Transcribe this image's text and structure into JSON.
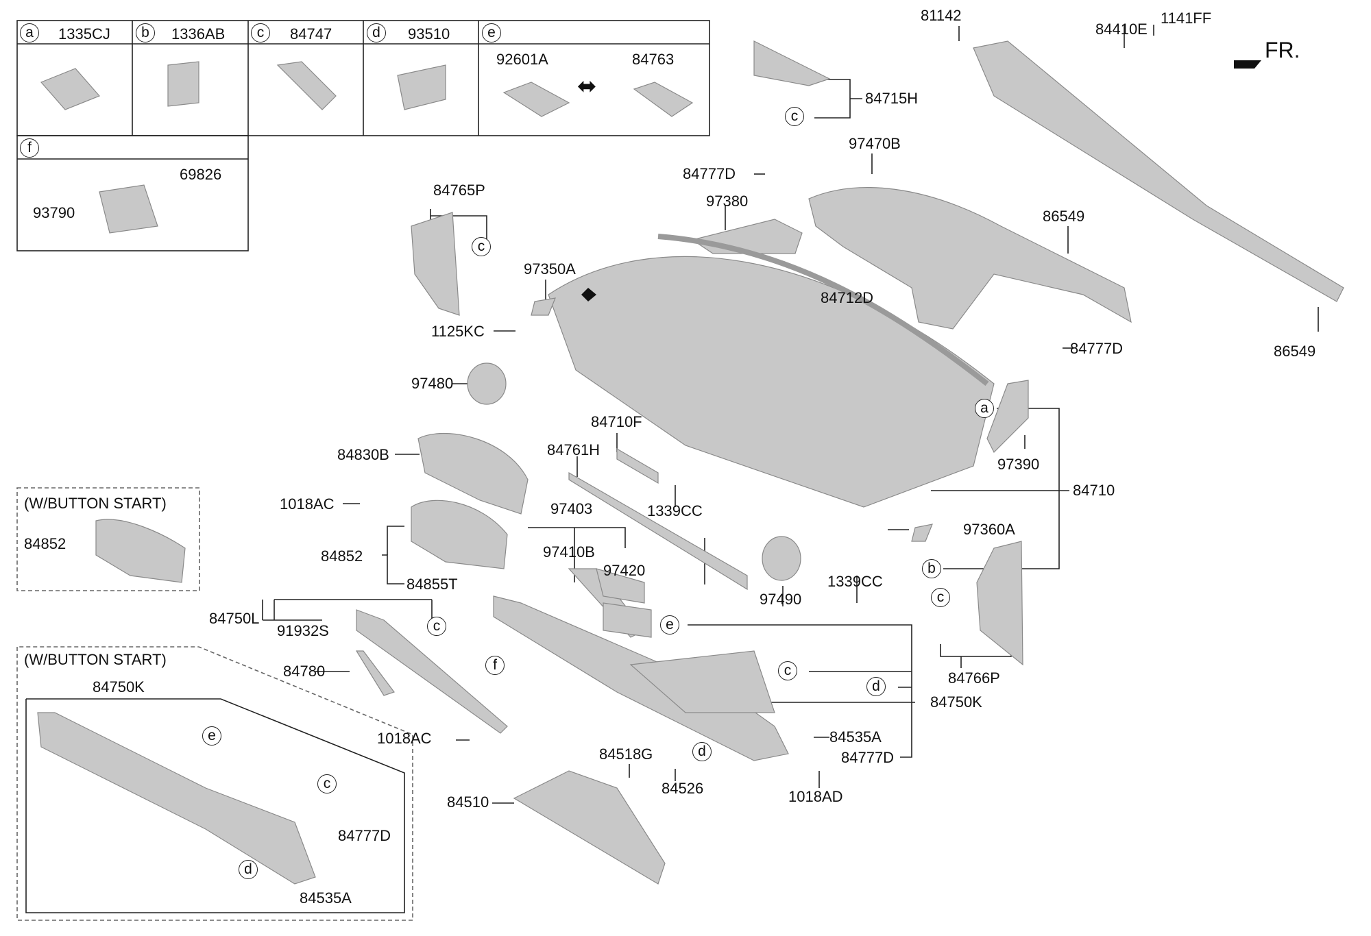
{
  "diagram": {
    "title": "Crash Pad / Instrument Panel Assembly",
    "direction_indicator": "FR."
  },
  "legend": {
    "row1": [
      {
        "key": "a",
        "part": "1335CJ"
      },
      {
        "key": "b",
        "part": "1336AB"
      },
      {
        "key": "c",
        "part": "84747"
      },
      {
        "key": "d",
        "part": "93510"
      },
      {
        "key": "e",
        "part": "",
        "sub_parts": [
          "92601A",
          "84763"
        ],
        "interchange_symbol": "⬌"
      }
    ],
    "row2": [
      {
        "key": "f",
        "sub_parts": [
          "93790",
          "69826"
        ]
      }
    ]
  },
  "variants": [
    {
      "note": "(W/BUTTON START)",
      "part": "84852"
    },
    {
      "note": "(W/BUTTON START)",
      "assembly": "84750K",
      "callouts": [
        "e",
        "c",
        "d"
      ],
      "parts": [
        "84777D",
        "84535A"
      ]
    }
  ],
  "labels": {
    "l81142": "81142",
    "l84410E": "84410E",
    "l1141FF": "1141FF",
    "l84715H": "84715H",
    "l97470B": "97470B",
    "l84777D_a": "84777D",
    "l97380": "97380",
    "l86549_a": "86549",
    "l86549_b": "86549",
    "l84765P": "84765P",
    "l97350A": "97350A",
    "l84712D": "84712D",
    "l1125KC": "1125KC",
    "l97480": "97480",
    "l84777D_b": "84777D",
    "l84710F": "84710F",
    "l84830B": "84830B",
    "l84761H": "84761H",
    "l97390": "97390",
    "l84710": "84710",
    "l1339CC_a": "1339CC",
    "l1018AC_a": "1018AC",
    "l97403": "97403",
    "l97410B": "97410B",
    "l97420": "97420",
    "l97360A": "97360A",
    "l84852": "84852",
    "l84855T": "84855T",
    "l1339CC_b": "1339CC",
    "l97490": "97490",
    "l84750L": "84750L",
    "l91932S": "91932S",
    "l84766P": "84766P",
    "l84780": "84780",
    "l84750K": "84750K",
    "l1018AC_b": "1018AC",
    "l84535A": "84535A",
    "l84518G": "84518G",
    "l84777D_c": "84777D",
    "l84526": "84526",
    "l1018AD": "1018AD",
    "l84510": "84510"
  },
  "callouts": {
    "c_84715H": "c",
    "c_84765P": "c",
    "a_84710": "a",
    "b_84710": "b",
    "c_84766P": "c",
    "c_84750L": "c",
    "e_84750K": "e",
    "f_97403": "f",
    "c_84750K": "c",
    "d_84750K": "d",
    "d_84526": "d"
  }
}
